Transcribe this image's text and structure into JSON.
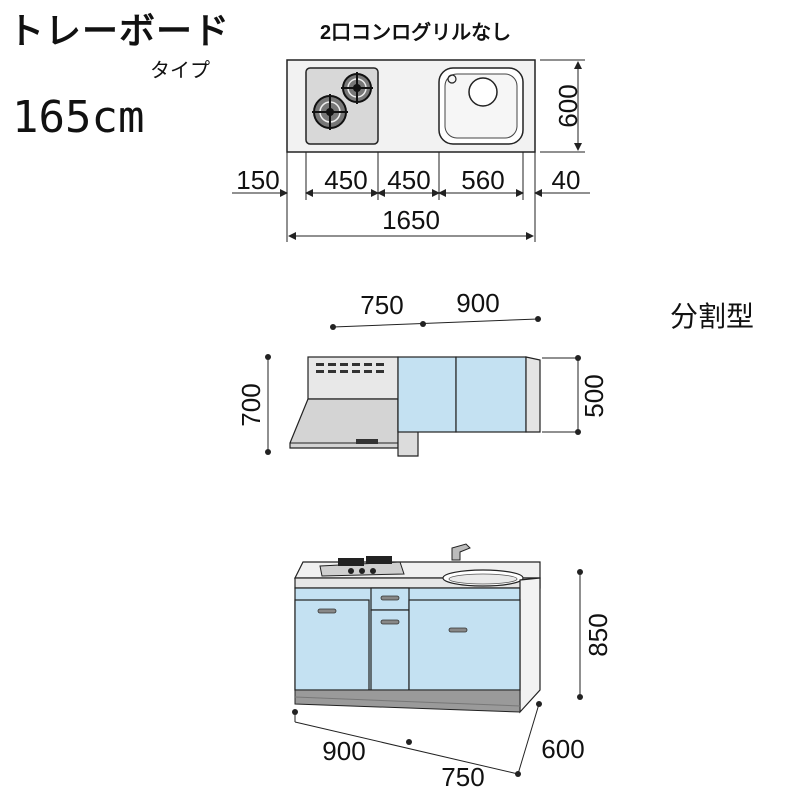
{
  "header": {
    "title": "トレーボード",
    "subtitle": "タイプ",
    "size": "165cm",
    "type_label": "分割型"
  },
  "top_view": {
    "caption": "2口コンログリルなし",
    "depth": "600",
    "segments": [
      "150",
      "450",
      "450",
      "560",
      "40"
    ],
    "total": "1650"
  },
  "wall_cabinet_view": {
    "widths": [
      "750",
      "900"
    ],
    "hood_height": "700",
    "cabinet_height": "500"
  },
  "front_view": {
    "height": "850",
    "width_left": "900",
    "width_right": "750",
    "depth": "600"
  },
  "colors": {
    "door_blue": "#c4e1f2",
    "line": "#222222",
    "counter_gray": "#e6e6e6",
    "plinth_gray": "#9a9a9a"
  }
}
